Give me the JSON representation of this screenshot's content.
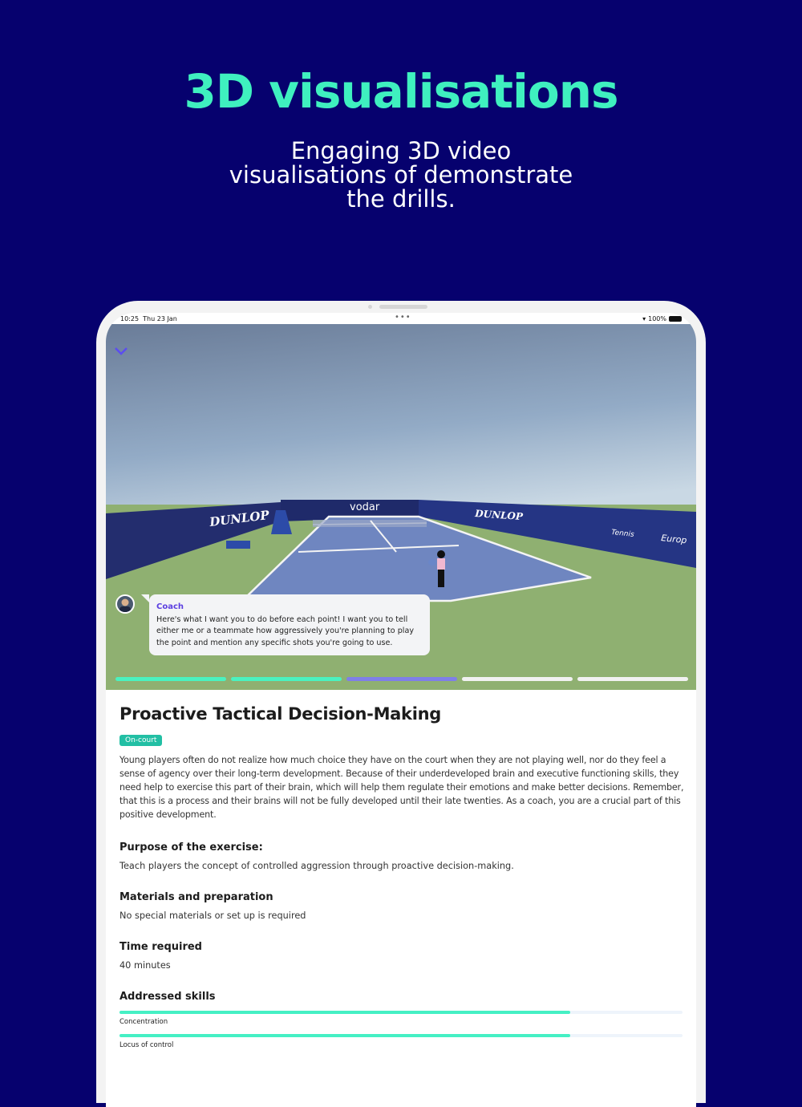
{
  "hero": {
    "title": "3D visualisations",
    "subtitle_lines": [
      "Engaging 3D video",
      "visualisations of demonstrate",
      "the drills."
    ]
  },
  "status": {
    "time": "10:25",
    "date": "Thu 23 Jan",
    "battery": "100%"
  },
  "scene": {
    "banners": [
      "DUNLOP",
      "vodar",
      "DUNLOP",
      "Tennis",
      "Europ"
    ]
  },
  "coach": {
    "name": "Coach",
    "message": "Here's what I want you to do before each point! I want you to tell either me or a teammate how aggressively you're planning to play the point and mention any specific shots you're going to use."
  },
  "progress": {
    "segments": [
      {
        "state": "done",
        "color": "#4af2c0"
      },
      {
        "state": "done",
        "color": "#4af2c0"
      },
      {
        "state": "current",
        "color": "#7f7fe8"
      },
      {
        "state": "todo",
        "color": "#f1f1f1"
      },
      {
        "state": "todo",
        "color": "#f1f1f1"
      }
    ]
  },
  "drill": {
    "title": "Proactive Tactical Decision-Making",
    "tag": "On-court",
    "description": "Young players often do not realize how much choice they have on the court when they are not playing well, nor do they feel a sense of agency over their long-term development. Because of their underdeveloped brain and executive functioning skills, they need help to exercise this part of their brain, which will help them regulate their emotions and make better decisions. Remember, that this is a process and their brains will not be fully developed until their late twenties. As a coach, you are a crucial part of this positive development.",
    "purpose_heading": "Purpose of the exercise:",
    "purpose": "Teach players the concept of controlled aggression through proactive decision-making.",
    "materials_heading": "Materials and preparation",
    "materials": "No special materials or set up is required",
    "time_heading": "Time required",
    "time": "40 minutes",
    "skills_heading": "Addressed skills",
    "skills": [
      {
        "label": "Concentration",
        "value": 0.8
      },
      {
        "label": "Locus of control",
        "value": 0.8
      }
    ]
  }
}
